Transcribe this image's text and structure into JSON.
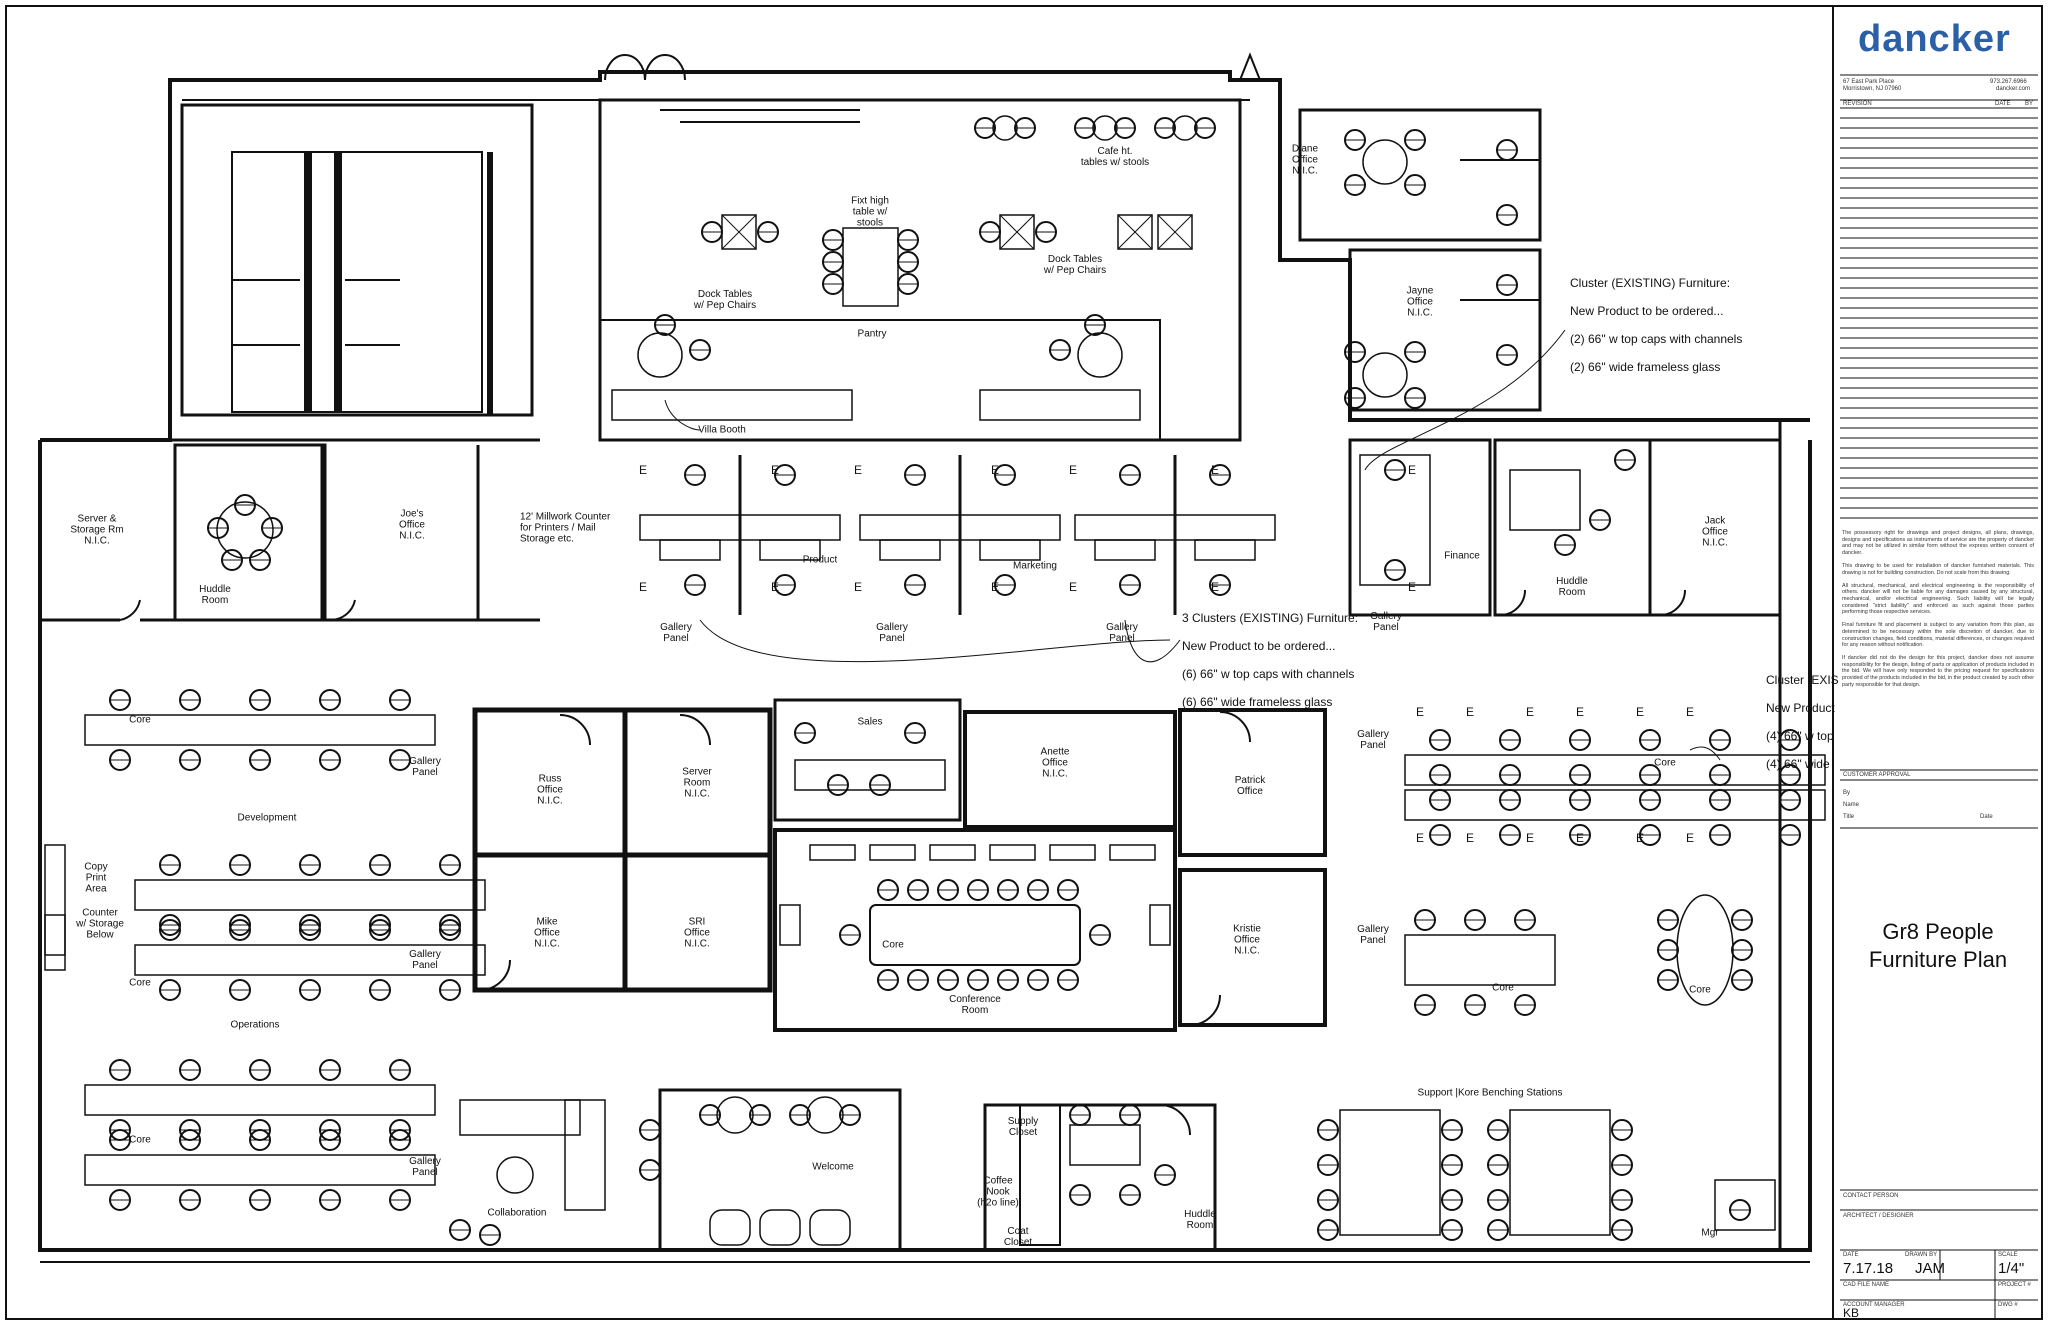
{
  "firm": {
    "logo_text": "dancker",
    "address_line1": "67 East Park Place",
    "address_line2": "Morristown, NJ 07960",
    "phone": "973.267.6966",
    "web": "dancker.com",
    "revision_label": "REVISION",
    "date_label": "DATE",
    "by_label": "BY"
  },
  "disclaimer": "The possessory right for drawings and project designs, all plans, drawings, designs and specifications as instruments of service are the property of dancker and may not be utilized in similar form without the express written consent of dancker.\n\nThis drawing to be used for installation of dancker furnished materials. This drawing is not for building construction. Do not scale from this drawing.\n\nAll structural, mechanical, and electrical engineering is the responsibility of others. dancker will not be liable for any damages caused by any structural, mechanical, and/or electrical engineering. Such liability will be legally considered \"strict liability\" and enforced as such against those parties performing those respective services.\n\nFinal furniture fit and placement is subject to any variation from this plan, as determined to be necessary within the sole discretion of dancker, due to construction changes, field conditions, material differences, or changes required for any reason without notification.\n\nIf dancker did not do the design for this project, dancker does not assume responsibility for the design, listing of parts or application of products included in the bid. We will have only responded to the pricing request for specifications provided of the products included in the bid, in the product created by such other party responsible for that design.",
  "approval": {
    "customer_label": "CUSTOMER APPROVAL",
    "by_label": "By",
    "name_label": "Name",
    "title_label": "Title",
    "date_label": "Date"
  },
  "project": {
    "title_line1": "Gr8 People",
    "title_line2": "Furniture Plan",
    "contact_label": "CONTACT PERSON",
    "architect_label": "ARCHITECT / DESIGNER",
    "date_label": "DATE",
    "date": "7.17.18",
    "drawn_label": "DRAWN BY",
    "drawn_by": "JAM",
    "scale_label": "SCALE",
    "scale": "1/4\"",
    "cad_label": "CAD FILE NAME",
    "project_label": "PROJECT #",
    "manager_label": "ACCOUNT MANAGER",
    "manager": "KB",
    "dwg_label": "DWG #"
  },
  "rooms": {
    "server_storage": "Server &\nStorage Rm\nN.I.C.",
    "huddle_left": "Huddle\nRoom",
    "joes_office": "Joe's\nOffice\nN.I.C.",
    "millwork": "12' Millwork Counter\nfor Printers / Mail\nStorage etc.",
    "cafe_tables": "Cafe ht.\ntables w/ stools",
    "fixt_high": "Fixt high\ntable w/\nstools",
    "dock_left": "Dock Tables\nw/ Pep Chairs",
    "dock_right": "Dock Tables\nw/ Pep Chairs",
    "pantry": "Pantry",
    "villa_booth": "Villa Booth",
    "diane_office": "Diane\nOffice\nN.I.C.",
    "jayne_office": "Jayne\nOffice\nN.I.C.",
    "product": "Product",
    "marketing": "Marketing",
    "finance": "Finance",
    "huddle_right": "Huddle\nRoom",
    "jack_office": "Jack\nOffice\nN.I.C.",
    "development": "Development",
    "copy_print": "Copy\nPrint\nArea",
    "counter": "Counter\nw/ Storage\nBelow",
    "operations": "Operations",
    "russ_office": "Russ\nOffice\nN.I.C.",
    "server_room": "Server\nRoom\nN.I.C.",
    "sales": "Sales",
    "anette_office": "Anette\nOffice\nN.I.C.",
    "patrick_office": "Patrick\nOffice",
    "mike_office": "Mike\nOffice\nN.I.C.",
    "sri_office": "SRI\nOffice\nN.I.C.",
    "conference": "Conference\nRoom",
    "kristie_office": "Kristie\nOffice\nN.I.C.",
    "support": "Support |Kore Benching Stations",
    "collaboration": "Collaboration",
    "welcome": "Welcome",
    "supply_closet": "Supply\nCloset",
    "coffee_nook": "Coffee\nNook\n(h2o line)",
    "coat_closet": "Coat\nCloset",
    "huddle_bottom": "Huddle\nRoom",
    "mgr": "Mgr"
  },
  "gallery_panel": "Gallery\nPanel",
  "core": "Core",
  "existing_marker": "E",
  "callouts": {
    "cluster_top_1": "Cluster (EXISTING) Furniture:",
    "cluster_top_2": "New Product to be ordered...",
    "cluster_top_3": "(2) 66\" w top caps with channels",
    "cluster_top_4": "(2) 66\" wide frameless glass",
    "clusters_mid_1": "3 Clusters (EXISTING) Furniture:",
    "clusters_mid_2": "New Product to be ordered...",
    "clusters_mid_3": "(6) 66\" w top caps with channels",
    "clusters_mid_4": "(6) 66\" wide frameless glass",
    "cluster_right_1": "Cluster (EXIS",
    "cluster_right_2": "New Product",
    "cluster_right_3": "(4) 66\" w top",
    "cluster_right_4": "(4) 66\" wide"
  },
  "colors": {
    "brand": "#2b5fa6",
    "line": "#111111"
  }
}
